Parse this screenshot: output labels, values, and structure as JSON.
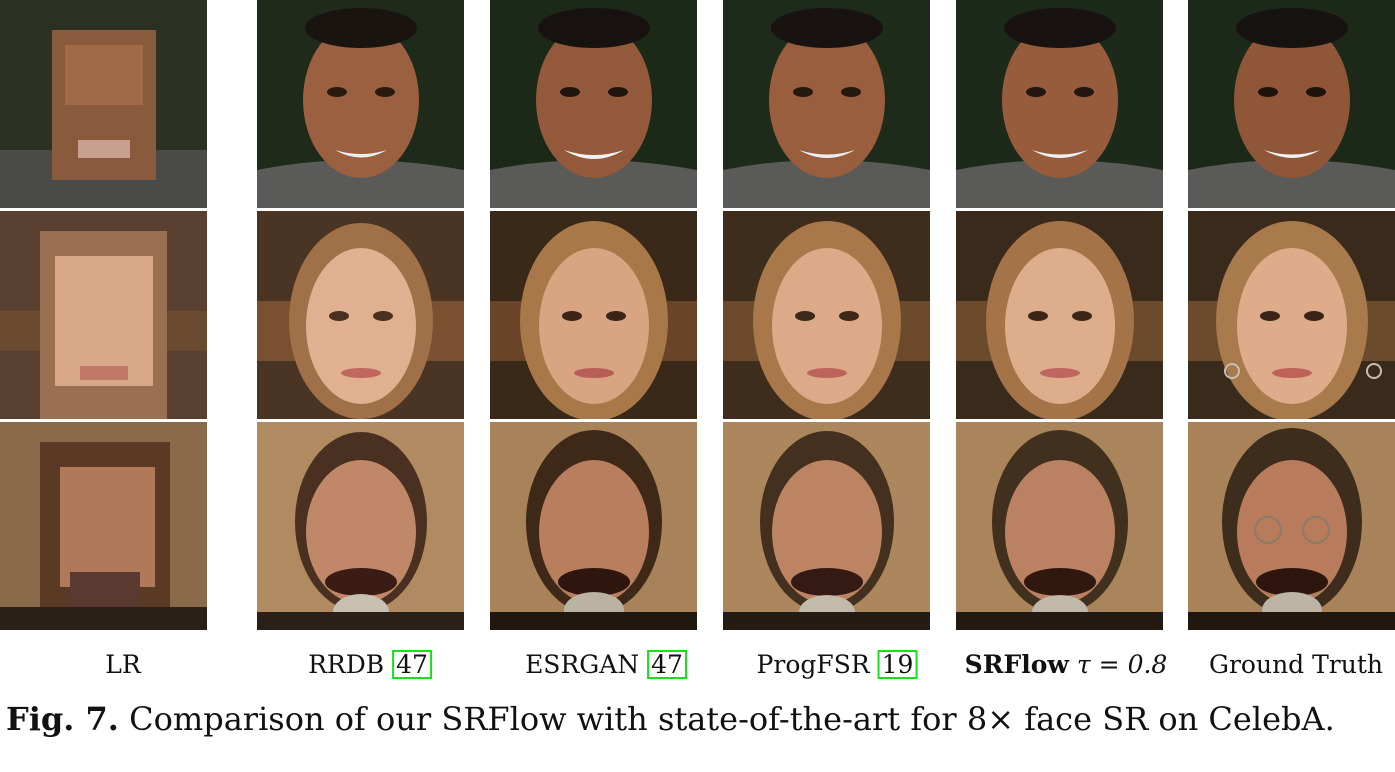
{
  "columns": [
    {
      "name": "LR",
      "ref": ""
    },
    {
      "name": "RRDB",
      "ref": "47"
    },
    {
      "name": "ESRGAN",
      "ref": "47"
    },
    {
      "name": "ProgFSR",
      "ref": "19"
    },
    {
      "name": "SRFlow",
      "ref": "",
      "tau": "τ = 0.8"
    },
    {
      "name": "Ground Truth",
      "ref": ""
    }
  ],
  "caption": {
    "label": "Fig. 7.",
    "text": "Comparison of our SRFlow with state-of-the-art for 8× face SR on CelebA."
  },
  "colors": {
    "ref_box": "#18e018"
  }
}
